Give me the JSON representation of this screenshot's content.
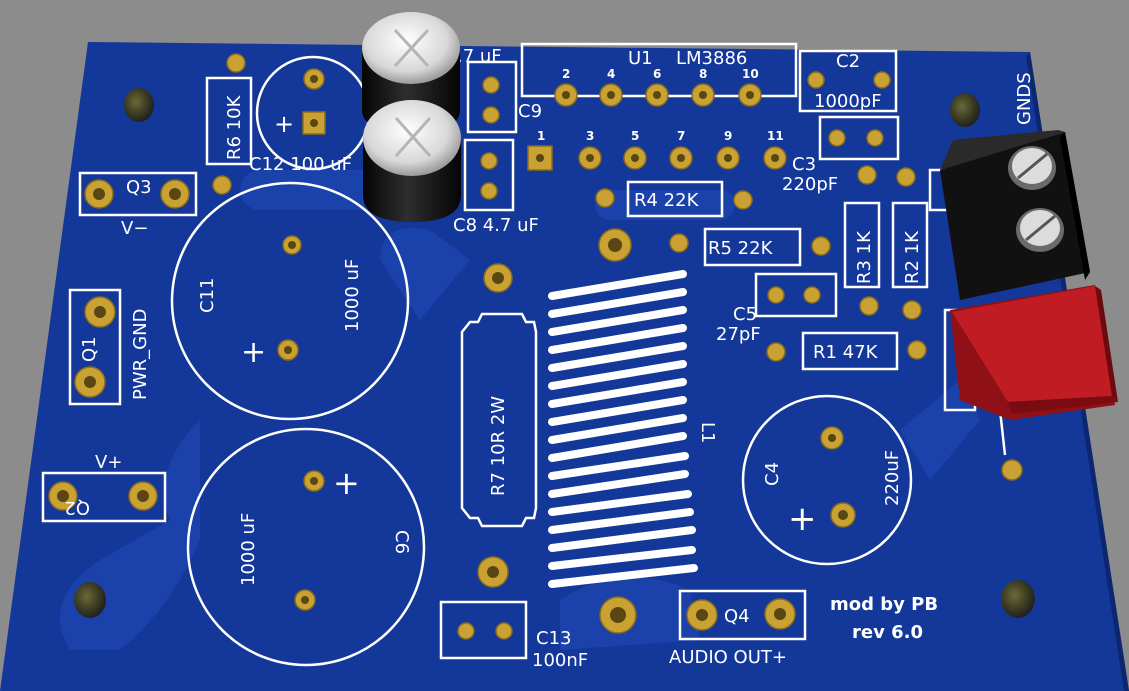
{
  "colors": {
    "background": "#8c8c8c",
    "board": "#14379a",
    "board_edge": "#0d2670",
    "copper_fill": "#1b44ad",
    "silkscreen": "#ffffff",
    "pad_gold": "#c9a233",
    "terminal_black": "#1a1a1a",
    "relay_red": "#b3171e"
  },
  "labels": {
    "u1": "U1",
    "lm3886": "LM3886",
    "pin2": "2",
    "pin4": "4",
    "pin6": "6",
    "pin8": "8",
    "pin10": "10",
    "pin1": "1",
    "pin3": "3",
    "pin5": "5",
    "pin7": "7",
    "pin9": "9",
    "pin11": "11",
    "c9_value": ".7 uF",
    "c9": "C9",
    "c2": "C2",
    "c2_value": "1000pF",
    "gnds": "GNDS",
    "r6": "R6 10K",
    "c12": "C12 100 uF",
    "c8": "C8 4.7 uF",
    "q3": "Q3",
    "v_minus": "V−",
    "r4": "R4 22K",
    "r5": "R5 22K",
    "c3": "C3",
    "c3_value": "220pF",
    "r3": "R3 1K",
    "r2": "R2 1K",
    "c11": "C11",
    "c11_value": "1000 uF",
    "plus": "+",
    "q1": "Q1",
    "pwr_gnd": "PWR_GND",
    "c5": "C5",
    "c5_value": "27pF",
    "r1": "R1 47K",
    "r7": "R7  10R  2W",
    "l1": "L1",
    "c4": "C4",
    "c4_value": "220uF",
    "v_plus": "V+",
    "q2": "Q2",
    "c6_value": "1000 uF",
    "c6": "C6",
    "c13": "C13",
    "c13_value": "100nF",
    "q4": "Q4",
    "audio_out": "AUDIO OUT+",
    "mod_by": "mod by PB",
    "rev": "rev 6.0"
  }
}
